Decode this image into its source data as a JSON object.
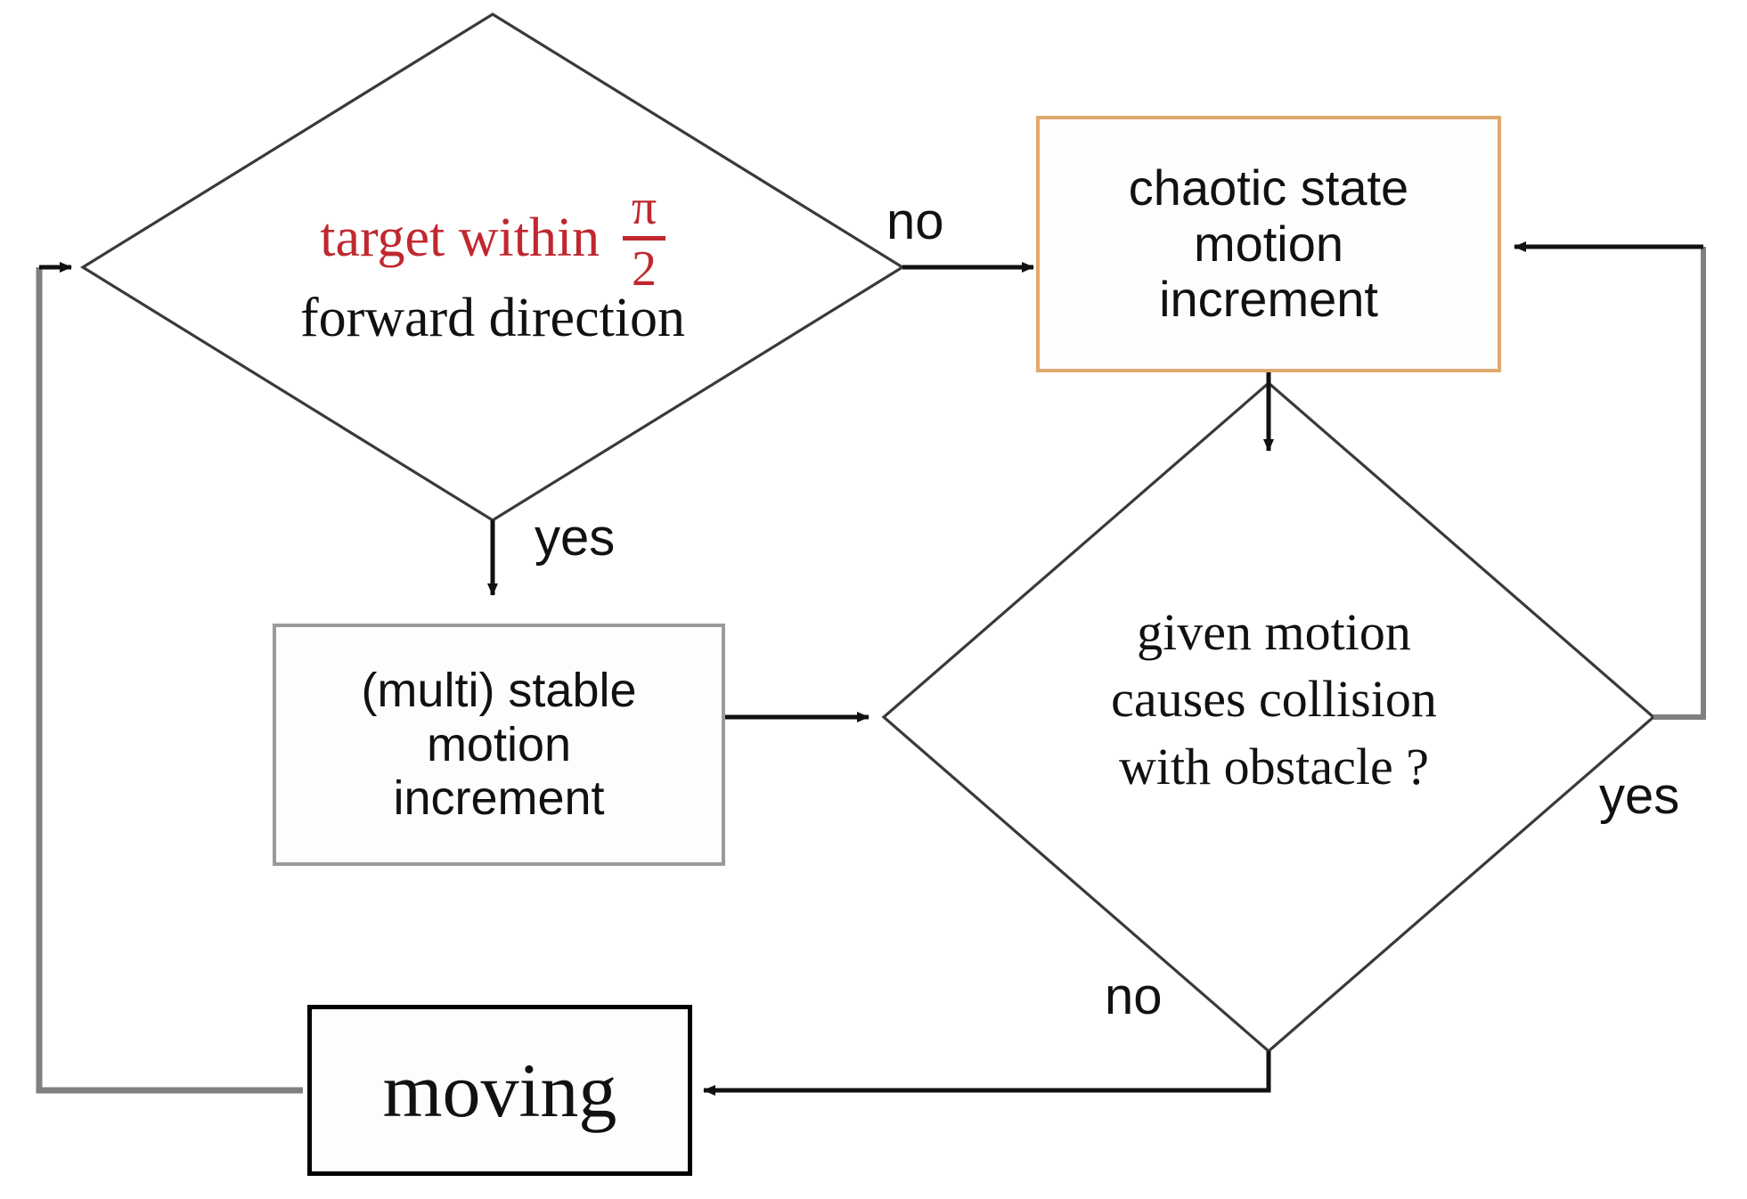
{
  "diagram": {
    "title": "motion-planning-decision-flowchart",
    "background": "#ffffff",
    "colors": {
      "text": "#111111",
      "accent_red": "#c0282f",
      "chaotic_box_border": "#e0a96d",
      "stable_box_border": "#9a9a9a",
      "moving_box_border": "#000000",
      "edge_black": "#111111",
      "edge_gray": "#808080"
    }
  },
  "nodes": {
    "decision_target": {
      "shape": "diamond",
      "line1_red": "target within",
      "fraction_numerator": "π",
      "fraction_denominator": "2",
      "line2_black": "forward direction"
    },
    "chaotic": {
      "shape": "rect",
      "lines": [
        "chaotic state",
        "motion",
        "increment"
      ]
    },
    "stable": {
      "shape": "rect",
      "lines": [
        "(multi) stable",
        "motion",
        "increment"
      ]
    },
    "decision_collision": {
      "shape": "diamond",
      "lines": [
        "given motion",
        "causes collision",
        "with  obstacle ?"
      ]
    },
    "moving": {
      "shape": "rect",
      "label": "moving"
    }
  },
  "edge_labels": {
    "target_no": "no",
    "target_yes": "yes",
    "collision_yes": "yes",
    "collision_no": "no"
  },
  "edges": [
    {
      "from": "decision_target",
      "to": "chaotic",
      "label": "no",
      "color": "#111111"
    },
    {
      "from": "decision_target",
      "to": "stable",
      "label": "yes",
      "color": "#111111"
    },
    {
      "from": "stable",
      "to": "decision_collision",
      "label": "",
      "color": "#111111"
    },
    {
      "from": "chaotic",
      "to": "decision_collision",
      "label": "",
      "color": "#111111"
    },
    {
      "from": "decision_collision",
      "to": "chaotic",
      "label": "yes",
      "color": "#808080"
    },
    {
      "from": "decision_collision",
      "to": "moving",
      "label": "no",
      "color": "#111111"
    },
    {
      "from": "moving",
      "to": "decision_target",
      "label": "",
      "color": "#808080"
    }
  ]
}
